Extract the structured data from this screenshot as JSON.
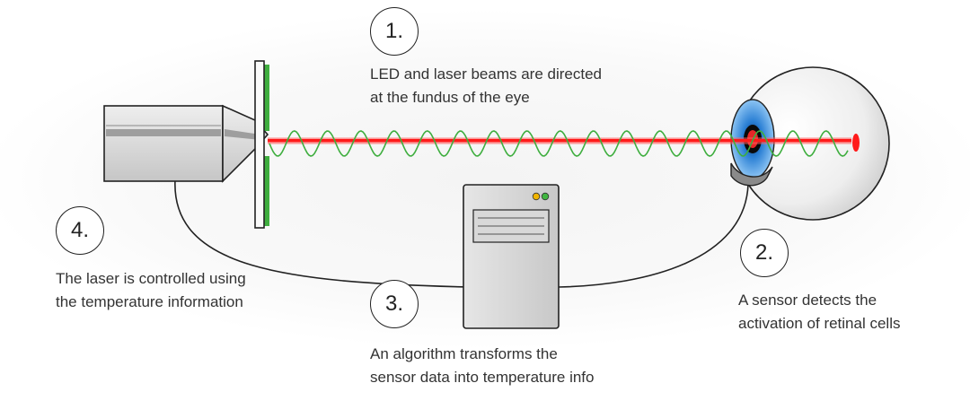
{
  "steps": [
    {
      "number": "1.",
      "lines": [
        "LED and laser beams are directed",
        "at the fundus of the eye"
      ]
    },
    {
      "number": "2.",
      "lines": [
        "A sensor detects the",
        "activation of retinal cells"
      ]
    },
    {
      "number": "3.",
      "lines": [
        "An algorithm transforms the",
        "sensor data into temperature info"
      ]
    },
    {
      "number": "4.",
      "lines": [
        "The laser is controlled using",
        "the temperature information"
      ]
    }
  ],
  "colors": {
    "laser_beam": "#ff1a1a",
    "led_wave": "#3fae3f",
    "iris": "#2a7fd4",
    "housing": "#d4d4d4"
  },
  "icons": [
    "laser-device-icon",
    "lens-plate-icon",
    "eyeball-icon",
    "sensor-icon",
    "computer-tower-icon"
  ]
}
